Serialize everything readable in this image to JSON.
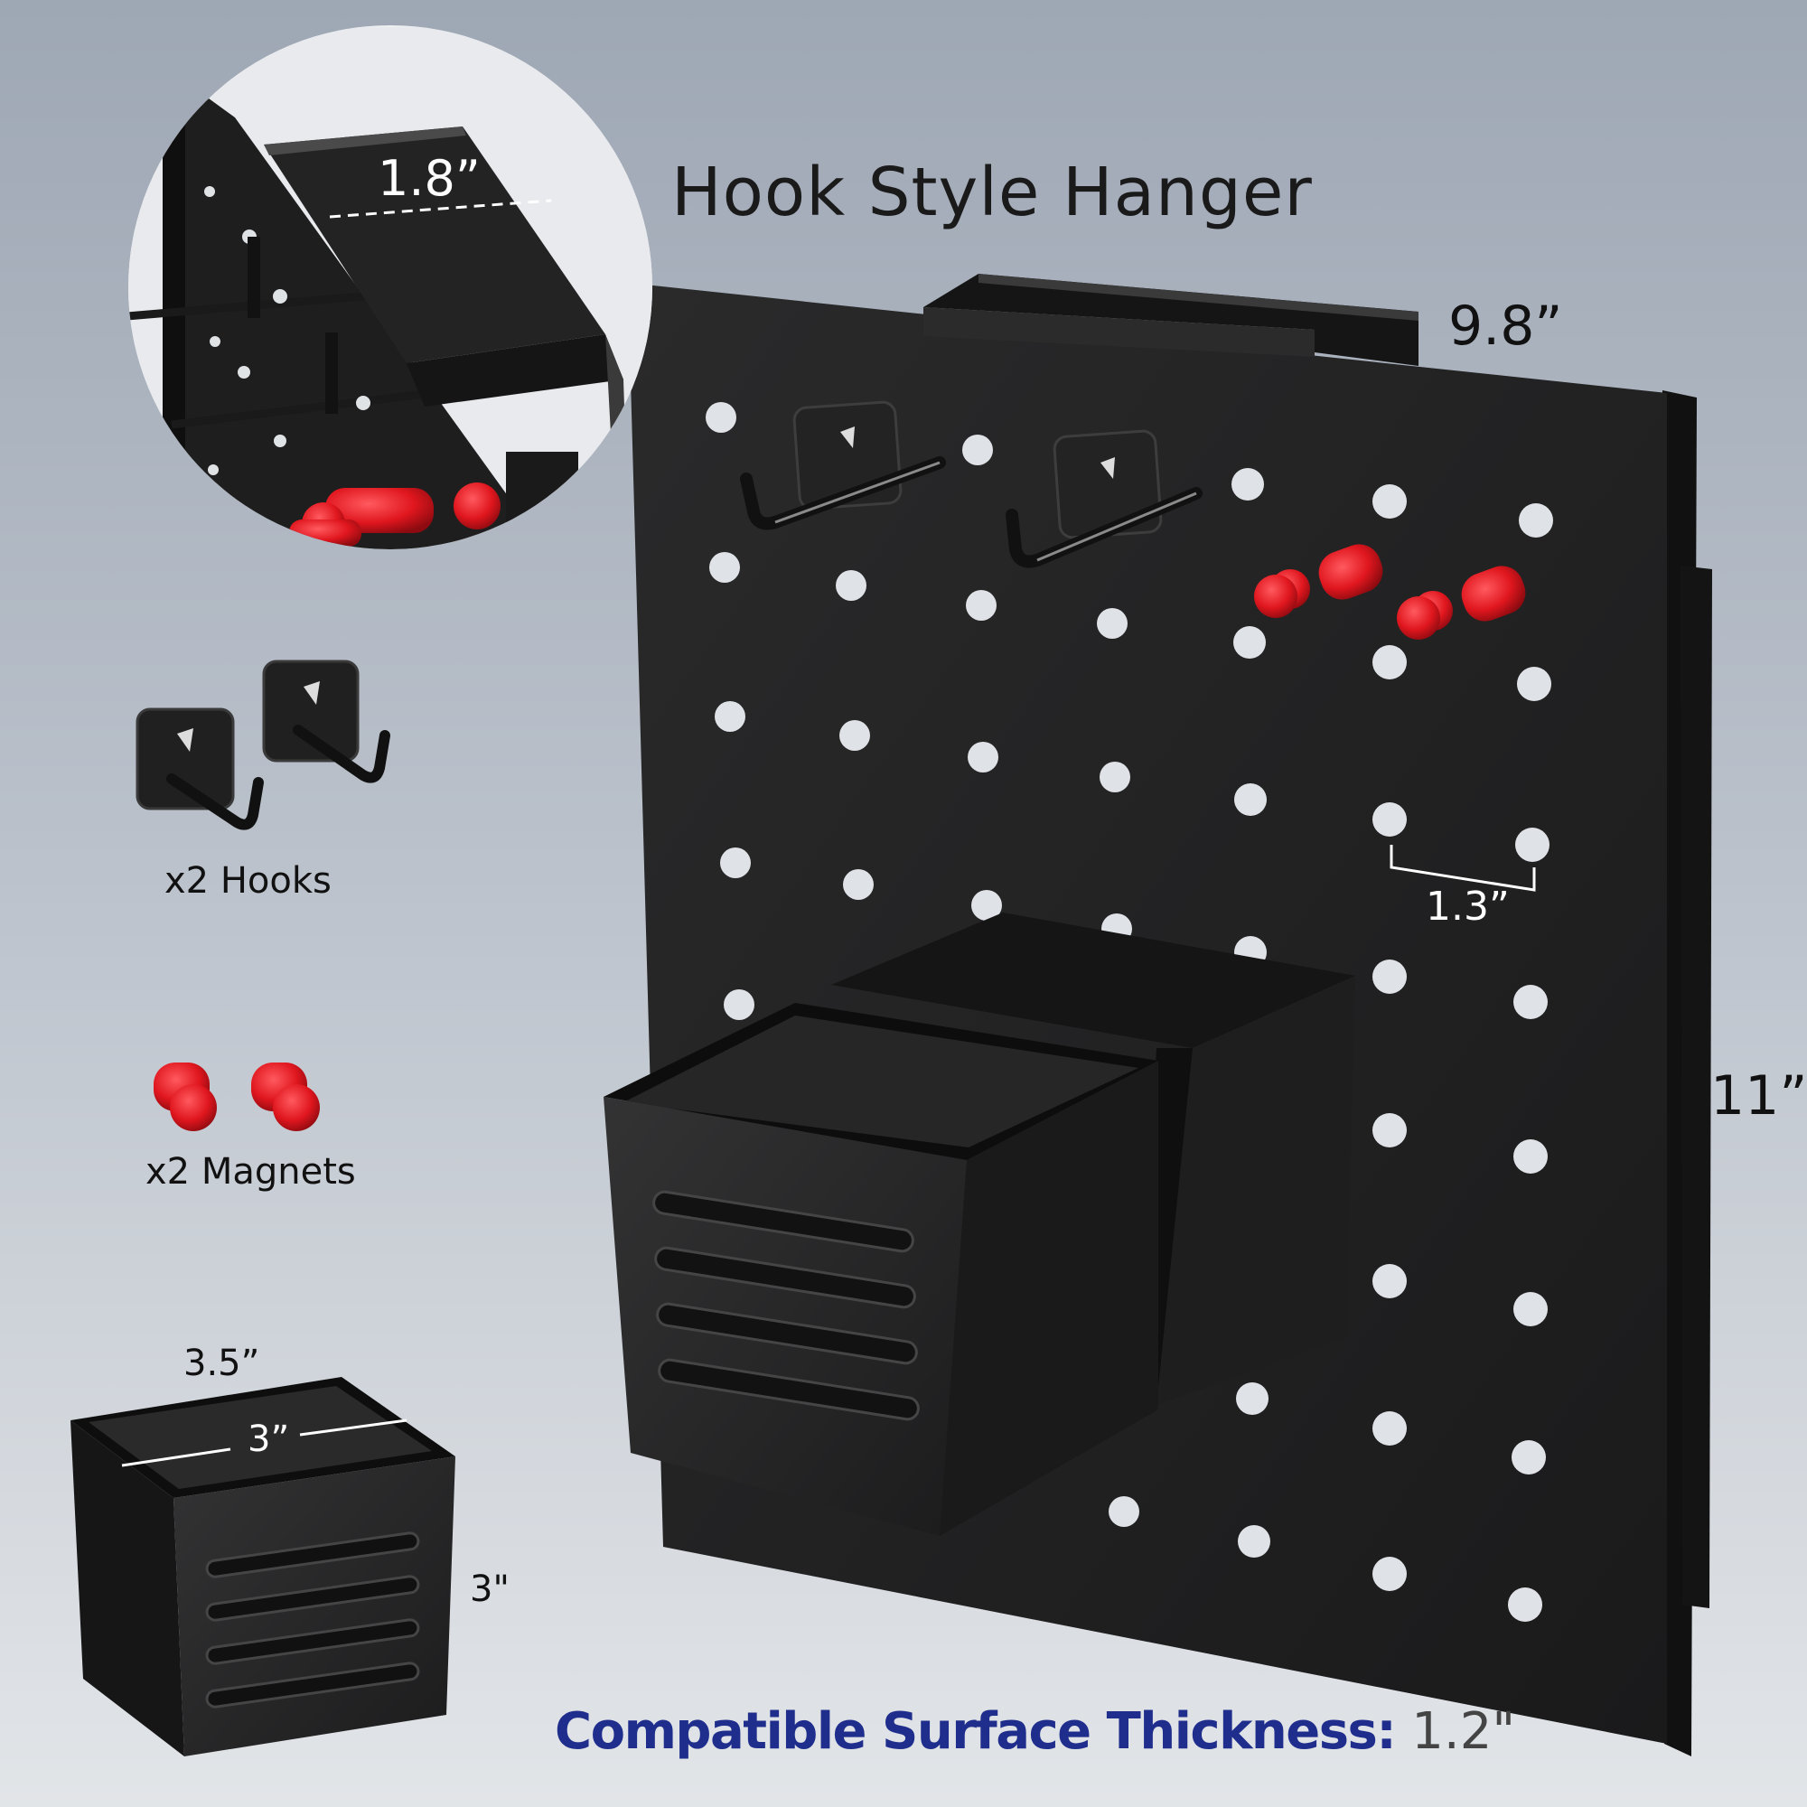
{
  "title": "Hook Style Hanger",
  "dimensions": {
    "board_width": "9.8”",
    "board_height": "11”",
    "hole_spacing": "1.3”",
    "hanger_depth": "1.8”",
    "cup_width": "3.5”",
    "cup_depth": "3”",
    "cup_height": "3\""
  },
  "accessories": {
    "hooks_label": "x2 Hooks",
    "magnets_label": "x2 Magnets"
  },
  "compatibility": {
    "label": "Compatible Surface Thickness:",
    "value": "1.2\""
  },
  "colors": {
    "board": "#1f1f20",
    "accent_red": "#e0161e",
    "label_blue": "#1f2e8c"
  }
}
